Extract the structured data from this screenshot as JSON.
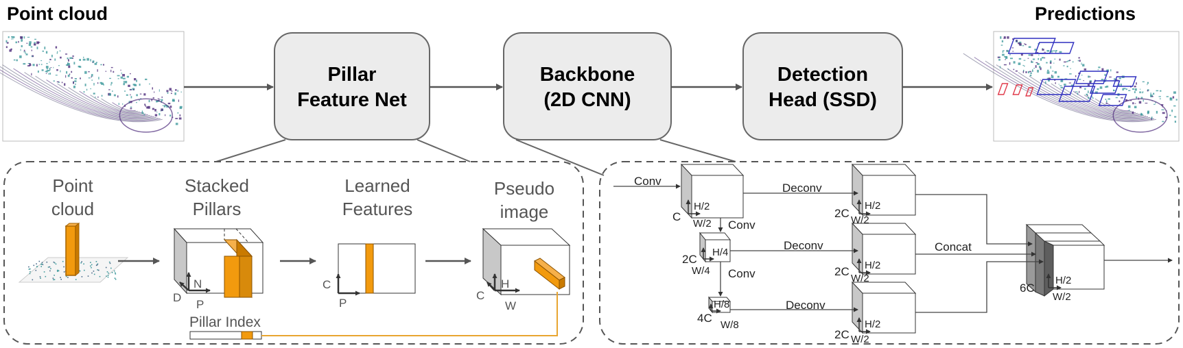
{
  "titles": {
    "input": "Point cloud",
    "output": "Predictions"
  },
  "blocks": {
    "pillar_feature_net": [
      "Pillar",
      "Feature Net"
    ],
    "backbone": [
      "Backbone",
      "(2D CNN)"
    ],
    "detection_head": [
      "Detection",
      "Head (SSD)"
    ]
  },
  "pfn_detail": {
    "point_cloud": [
      "Point",
      "cloud"
    ],
    "stacked_pillars": [
      "Stacked",
      "Pillars"
    ],
    "learned_features": [
      "Learned",
      "Features"
    ],
    "pseudo_image": [
      "Pseudo",
      "image"
    ],
    "axes": {
      "stacked": {
        "d": "D",
        "n": "N",
        "p": "P"
      },
      "learned": {
        "c": "C",
        "p": "P"
      },
      "pseudo": {
        "c": "C",
        "h": "H",
        "w": "W"
      }
    },
    "pillar_index": "Pillar Index"
  },
  "backbone_detail": {
    "ops": {
      "conv_in": "Conv",
      "conv_1": "Conv",
      "conv_2": "Conv",
      "deconv_1": "Deconv",
      "deconv_2": "Deconv",
      "deconv_3": "Deconv",
      "concat": "Concat"
    },
    "down_blocks": [
      {
        "c": "C",
        "h": "H/2",
        "w": "W/2"
      },
      {
        "c": "2C",
        "h": "H/4",
        "w": "W/4"
      },
      {
        "c": "4C",
        "h": "H/8",
        "w": "W/8"
      }
    ],
    "up_blocks": [
      {
        "c": "2C",
        "h": "H/2",
        "w": "W/2"
      },
      {
        "c": "2C",
        "h": "H/2",
        "w": "W/2"
      },
      {
        "c": "2C",
        "h": "H/2",
        "w": "W/2"
      }
    ],
    "concat_block": {
      "c": "6C",
      "h": "H/2",
      "w": "W/2"
    }
  },
  "colors": {
    "block_fill": "#ececec",
    "pillar_orange": "#f29a0e",
    "line_gray": "#555555",
    "index_line": "#e8a530",
    "cloud_teal": "#3f9a9c",
    "cloud_purple": "#4c2a7a",
    "box_blue": "#2f2fbf",
    "box_red": "#e03a4a"
  }
}
